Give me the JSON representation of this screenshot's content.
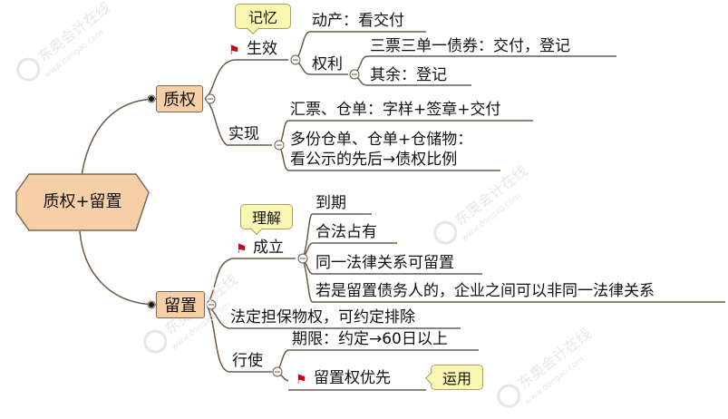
{
  "root": {
    "label": "质权+留置"
  },
  "branches": {
    "pledge": {
      "label": "质权",
      "effect": {
        "label": "生效",
        "note": "记忆",
        "movable": "动产：看交付",
        "rights": {
          "label": "权利",
          "instruments": "三票三单一债券：交付，登记",
          "others": "其余：登记"
        }
      },
      "realize": {
        "label": "实现",
        "item1": "汇票、仓单：字样+签章+交付",
        "item2_line1": "多份仓单、仓单+仓储物：",
        "item2_line2": "看公示的先后→债权比例"
      }
    },
    "lien": {
      "label": "留置",
      "establish": {
        "label": "成立",
        "note": "理解",
        "items": [
          "到期",
          "合法占有",
          "同一法律关系可留置",
          "若是留置债务人的，企业之间可以非同一法律关系"
        ]
      },
      "statutory": "法定担保物权，可约定排除",
      "exercise": {
        "label": "行使",
        "period": "期限：约定→60日以上",
        "priority": "留置权优先",
        "note": "运用"
      }
    }
  },
  "watermark": {
    "text": "东奥会计在线",
    "url": "www.dongao.com"
  },
  "colors": {
    "line": "#6b5b45",
    "box_fill": "#f6cfa6",
    "callout_fill": "#fbf6b2",
    "flag": "#d0021b"
  }
}
